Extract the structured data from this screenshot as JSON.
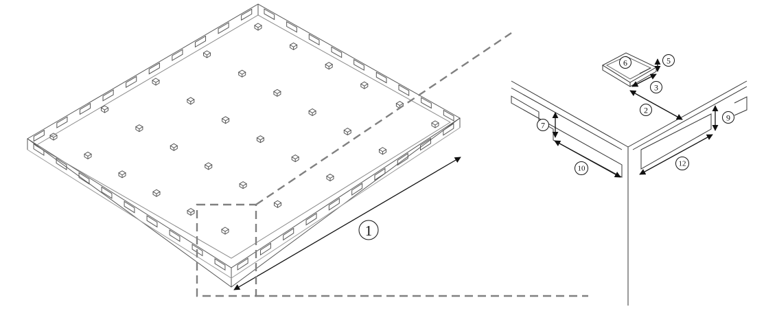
{
  "callouts": [
    {
      "id": "dim-1",
      "label": "1"
    },
    {
      "id": "dim-2",
      "label": "2"
    },
    {
      "id": "dim-3",
      "label": "3"
    },
    {
      "id": "dim-5",
      "label": "5"
    },
    {
      "id": "dim-6",
      "label": "6"
    },
    {
      "id": "dim-7",
      "label": "7"
    },
    {
      "id": "dim-9",
      "label": "9"
    },
    {
      "id": "dim-10",
      "label": "10"
    },
    {
      "id": "dim-12",
      "label": "12"
    }
  ],
  "colors": {
    "line": "#555555",
    "dimension": "#111111",
    "leader": "#808080",
    "background": "#ffffff"
  }
}
